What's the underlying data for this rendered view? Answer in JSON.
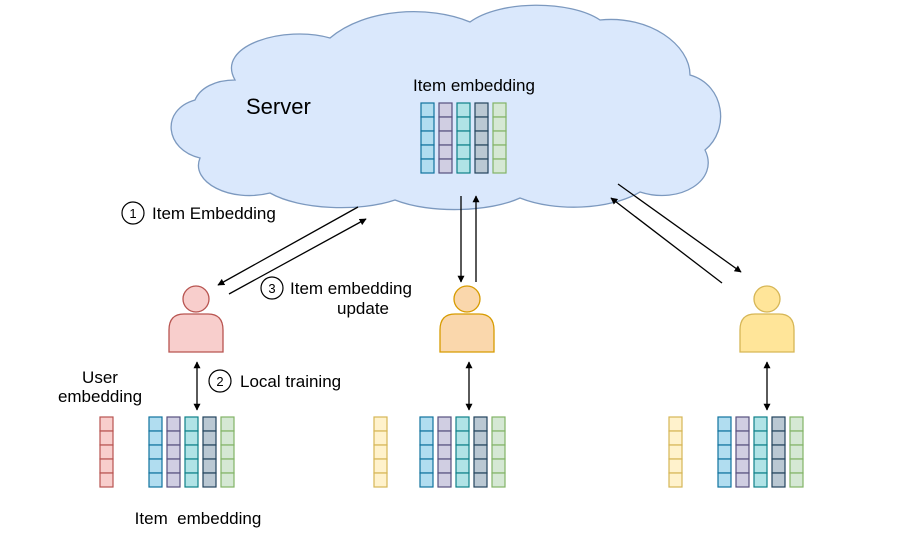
{
  "server": {
    "label": "Server",
    "item_embedding_label": "Item embedding"
  },
  "steps": {
    "step1": {
      "number": "1",
      "label": "Item Embedding"
    },
    "step2": {
      "number": "2",
      "label": "Local training"
    },
    "step3": {
      "number": "3",
      "label_line1": "Item embedding",
      "label_line2": "update"
    }
  },
  "client_labels": {
    "user_embedding_line1": "User",
    "user_embedding_line2": "embedding",
    "item_embedding": "Item  embedding"
  },
  "colors": {
    "cloud_fill": "#dae8fc",
    "cloud_stroke": "#7c99bf",
    "item_columns": [
      {
        "fill": "#b1ddf0",
        "stroke": "#10739e"
      },
      {
        "fill": "#d0cee2",
        "stroke": "#56517e"
      },
      {
        "fill": "#b0e3e6",
        "stroke": "#0e8088"
      },
      {
        "fill": "#bac8d3",
        "stroke": "#23445d"
      },
      {
        "fill": "#d5e8d4",
        "stroke": "#82b366"
      }
    ],
    "users": [
      {
        "fill": "#f8cecc",
        "stroke": "#b85450",
        "column_fill": "#f8cecc",
        "column_stroke": "#b85450"
      },
      {
        "fill": "#fad7ac",
        "stroke": "#d79b00",
        "column_fill": "#fff2cc",
        "column_stroke": "#d6b656"
      },
      {
        "fill": "#ffe599",
        "stroke": "#d6b656",
        "column_fill": "#fff2cc",
        "column_stroke": "#d6b656"
      }
    ]
  }
}
